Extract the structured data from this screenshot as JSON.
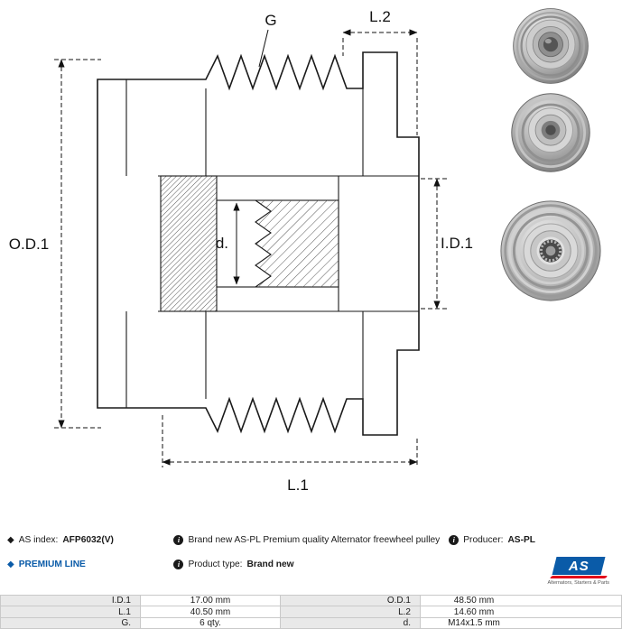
{
  "drawing": {
    "labels": {
      "od1": "O.D.1",
      "g": "G",
      "l2": "L.2",
      "d": "d.",
      "id1": "I.D.1",
      "l1": "L.1"
    }
  },
  "icons": {
    "info": "i",
    "diamond": "◆"
  },
  "colors": {
    "accent_blue": "#0a5ba8",
    "logo_red": "#e2001a",
    "table_label_bg": "#e9e9e9"
  },
  "info": {
    "as_index_label": "AS index:",
    "as_index_value": "AFP6032(V)",
    "premium_line_label": "PREMIUM LINE",
    "description": "Brand new AS-PL Premium quality Alternator freewheel pulley",
    "producer_label": "Producer:",
    "producer_value": "AS-PL",
    "product_type_label": "Product type:",
    "product_type_value": "Brand new",
    "logo_text": "AS",
    "logo_tagline": "Alternators, Starters & Parts"
  },
  "specs": {
    "rows": [
      {
        "label1": "I.D.1",
        "value1": "17.00 mm",
        "label2": "O.D.1",
        "value2": "48.50 mm"
      },
      {
        "label1": "L.1",
        "value1": "40.50 mm",
        "label2": "L.2",
        "value2": "14.60 mm"
      },
      {
        "label1": "G.",
        "value1": "6 qty.",
        "label2": "d.",
        "value2": "M14x1.5 mm"
      }
    ]
  }
}
